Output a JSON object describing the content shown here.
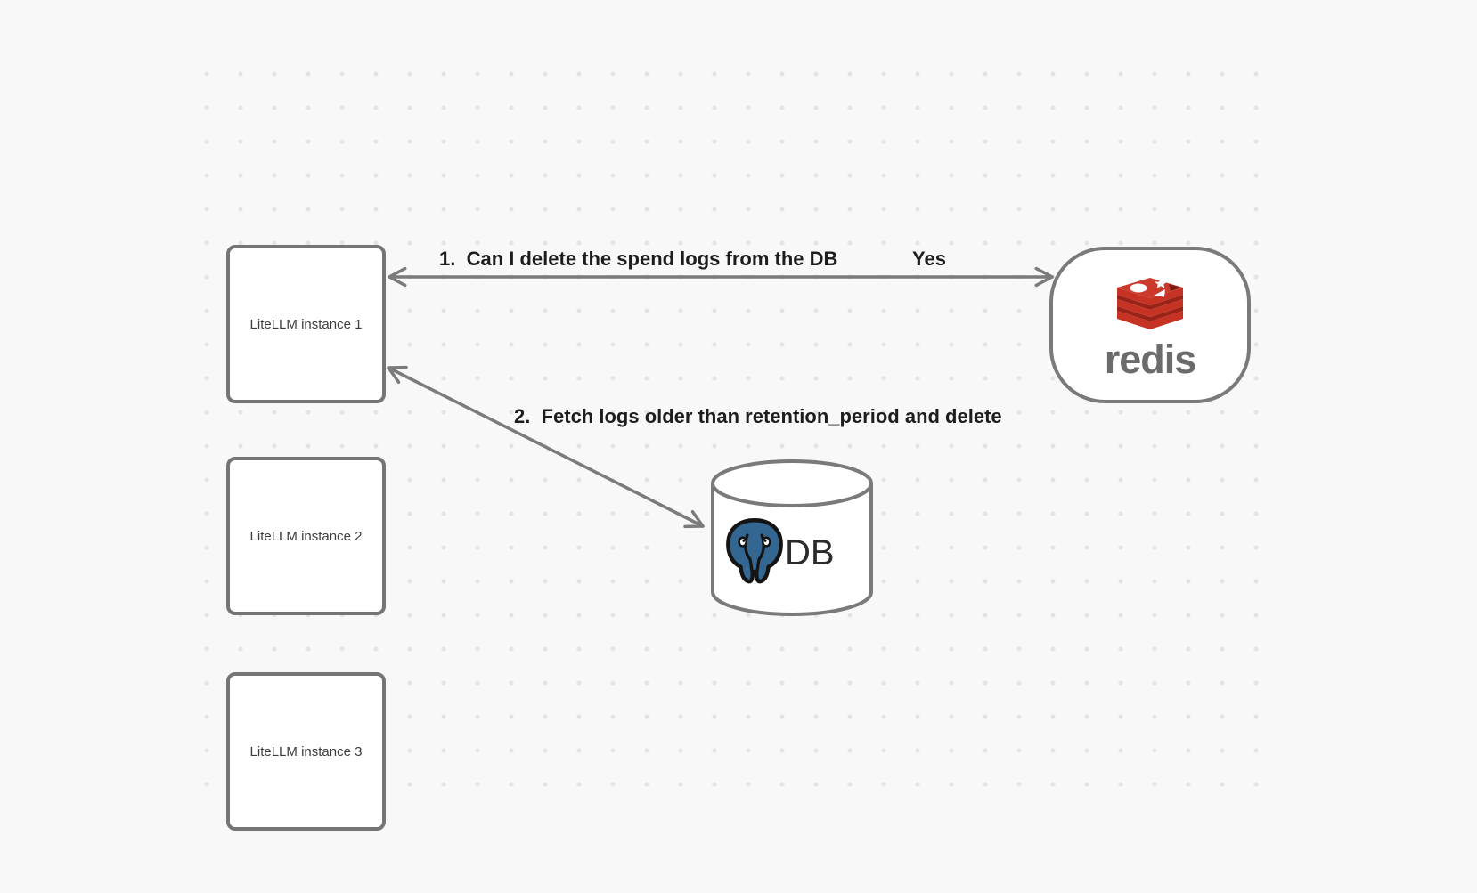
{
  "diagram": {
    "background": {
      "color": "#f8f8f8",
      "dot_color": "#e4e4e4"
    },
    "arrow_color": "#7b7b7b",
    "instances": [
      {
        "label": "LiteLLM instance 1"
      },
      {
        "label": "LiteLLM instance 2"
      },
      {
        "label": "LiteLLM instance 3"
      }
    ],
    "redis": {
      "name": "redis",
      "logo_red": "#c63325",
      "logo_dark_red": "#9a2318",
      "wordmark_color": "#6b6b6b"
    },
    "database": {
      "label": "DB",
      "postgres_blue": "#336791"
    },
    "edges": [
      {
        "label": "1.  Can I delete the spend logs from the DB",
        "response": "Yes"
      },
      {
        "label": "2.  Fetch logs older than retention_period and delete"
      }
    ]
  }
}
